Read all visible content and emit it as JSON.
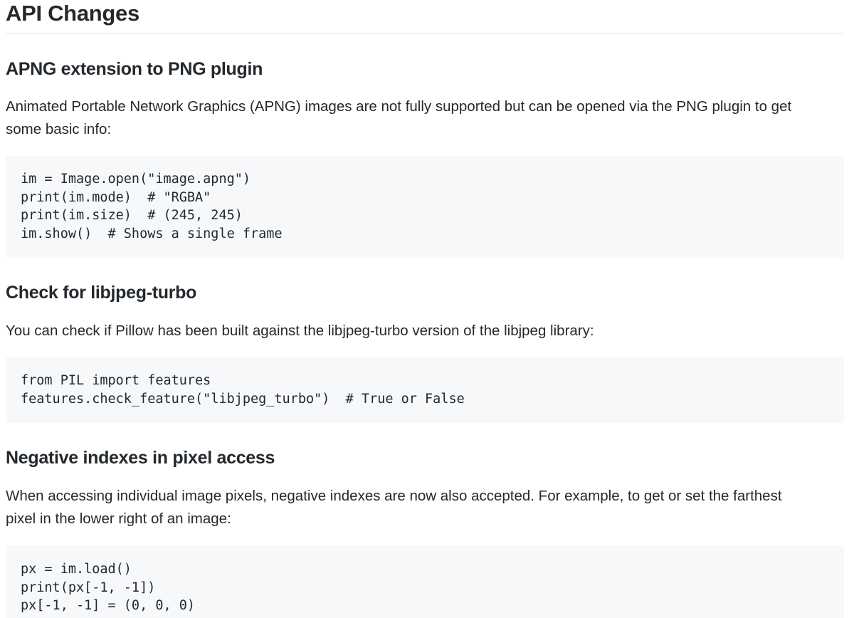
{
  "title": "API Changes",
  "sections": [
    {
      "heading": "APNG extension to PNG plugin",
      "paragraph_lines": [
        "Animated Portable Network Graphics (APNG) images are not fully supported but can be opened via the PNG plugin to get",
        "some basic info:"
      ],
      "code_lines": [
        "im = Image.open(\"image.apng\")",
        "print(im.mode)  # \"RGBA\"",
        "print(im.size)  # (245, 245)",
        "im.show()  # Shows a single frame"
      ]
    },
    {
      "heading": "Check for libjpeg-turbo",
      "paragraph_lines": [
        "You can check if Pillow has been built against the libjpeg-turbo version of the libjpeg library:"
      ],
      "code_lines": [
        "from PIL import features",
        "features.check_feature(\"libjpeg_turbo\")  # True or False"
      ]
    },
    {
      "heading": "Negative indexes in pixel access",
      "paragraph_lines": [
        "When accessing individual image pixels, negative indexes are now also accepted. For example, to get or set the farthest",
        "pixel in the lower right of an image:"
      ],
      "code_lines": [
        "px = im.load()",
        "print(px[-1, -1])",
        "px[-1, -1] = (0, 0, 0)"
      ]
    }
  ]
}
